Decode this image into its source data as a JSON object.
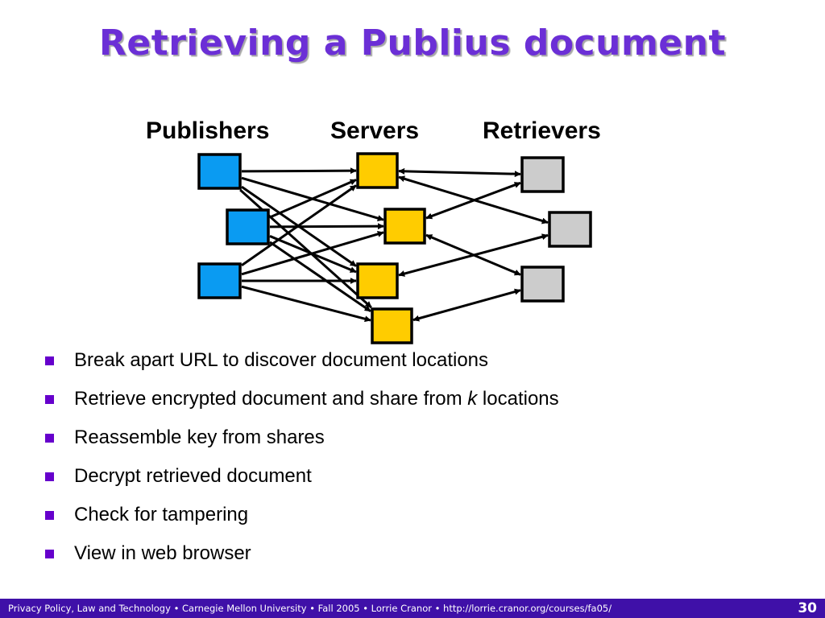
{
  "slide": {
    "title": "Retrieving a Publius document",
    "columns": [
      "Publishers",
      "Servers",
      "Retrievers"
    ],
    "bullets": [
      {
        "text": "Break apart URL to discover document locations"
      },
      {
        "pre": "Retrieve encrypted document and share from ",
        "em": "k",
        "post": " locations"
      },
      {
        "text": "Reassemble key from shares"
      },
      {
        "text": "Decrypt retrieved document"
      },
      {
        "text": "Check for tampering"
      },
      {
        "text": "View in web browser"
      }
    ]
  },
  "diagram": {
    "colors": {
      "publisher": "#0a9bf2",
      "server": "#ffcc00",
      "retriever": "#cccccc",
      "border": "#000000"
    },
    "nodes": [
      {
        "id": "P1",
        "kind": "publisher",
        "name": "publisher-node-1"
      },
      {
        "id": "P2",
        "kind": "publisher",
        "name": "publisher-node-2"
      },
      {
        "id": "P3",
        "kind": "publisher",
        "name": "publisher-node-3"
      },
      {
        "id": "S1",
        "kind": "server",
        "name": "server-node-1"
      },
      {
        "id": "S2",
        "kind": "server",
        "name": "server-node-2"
      },
      {
        "id": "S3",
        "kind": "server",
        "name": "server-node-3"
      },
      {
        "id": "S4",
        "kind": "server",
        "name": "server-node-4"
      },
      {
        "id": "R1",
        "kind": "retriever",
        "name": "retriever-node-1"
      },
      {
        "id": "R2",
        "kind": "retriever",
        "name": "retriever-node-2"
      },
      {
        "id": "R3",
        "kind": "retriever",
        "name": "retriever-node-3"
      }
    ],
    "edges": [
      {
        "from": "P1",
        "to": "S1",
        "dir": "forward"
      },
      {
        "from": "P1",
        "to": "S2",
        "dir": "forward"
      },
      {
        "from": "P1",
        "to": "S3",
        "dir": "forward"
      },
      {
        "from": "P1",
        "to": "S4",
        "dir": "forward"
      },
      {
        "from": "P2",
        "to": "S1",
        "dir": "forward"
      },
      {
        "from": "P2",
        "to": "S2",
        "dir": "forward"
      },
      {
        "from": "P2",
        "to": "S3",
        "dir": "forward"
      },
      {
        "from": "P2",
        "to": "S4",
        "dir": "forward"
      },
      {
        "from": "P3",
        "to": "S1",
        "dir": "forward"
      },
      {
        "from": "P3",
        "to": "S2",
        "dir": "forward"
      },
      {
        "from": "P3",
        "to": "S3",
        "dir": "forward"
      },
      {
        "from": "P3",
        "to": "S4",
        "dir": "forward"
      },
      {
        "from": "S1",
        "to": "R1",
        "dir": "both"
      },
      {
        "from": "S1",
        "to": "R2",
        "dir": "both"
      },
      {
        "from": "S2",
        "to": "R1",
        "dir": "both"
      },
      {
        "from": "S2",
        "to": "R3",
        "dir": "both"
      },
      {
        "from": "S3",
        "to": "R2",
        "dir": "both"
      },
      {
        "from": "S4",
        "to": "R3",
        "dir": "both"
      }
    ]
  },
  "footer": {
    "text": "Privacy Policy, Law and Technology • Carnegie Mellon University • Fall 2005 • Lorrie Cranor • http://lorrie.cranor.org/courses/fa05/",
    "page_number": "30"
  }
}
